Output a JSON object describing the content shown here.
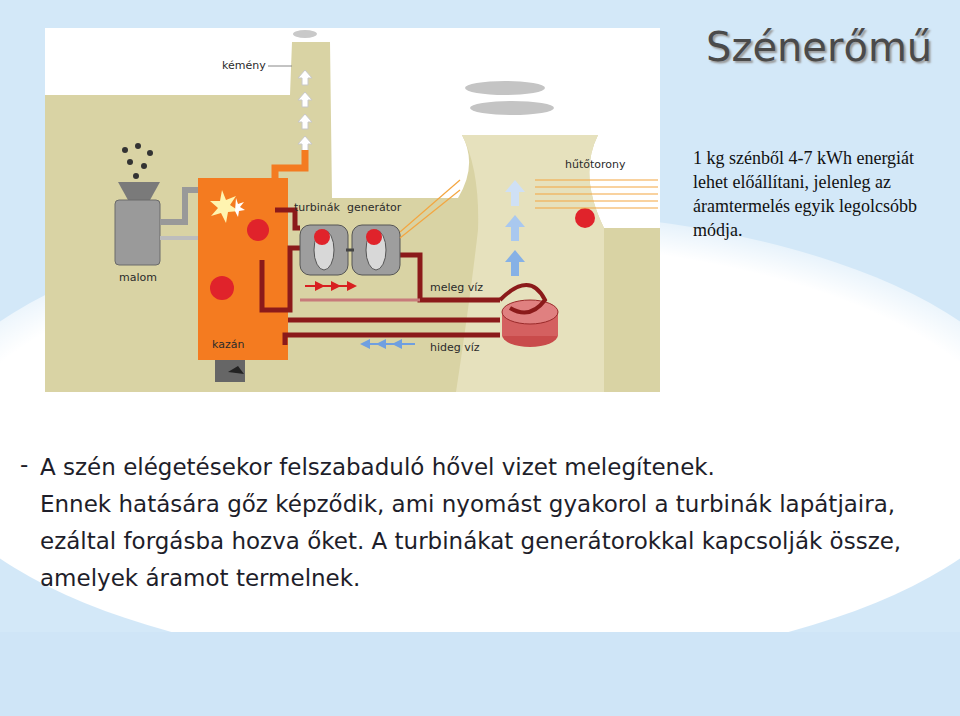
{
  "diagram": {
    "title": "Szénerőmű",
    "labels": [
      "kémény",
      "turbinák",
      "generátor",
      "hűtőtorony",
      "malom",
      "meleg víz",
      "hideg víz",
      "kazán",
      "1 kg szénből 4-7 kWh energiát lehet előállítani, jelenleg az áramtermelés egyik legolcsóbb módja.",
      "-",
      "A szén elégetésekor felszabaduló hővel vizet melegítenek.",
      "Ennek hatására gőz képződik, ami nyomást gyakorol a turbinák lapátjaira, ezáltal forgásba hozva őket. A turbinákat generátorokkal kapcsolják össze, amelyek áramot termelnek."
    ]
  }
}
